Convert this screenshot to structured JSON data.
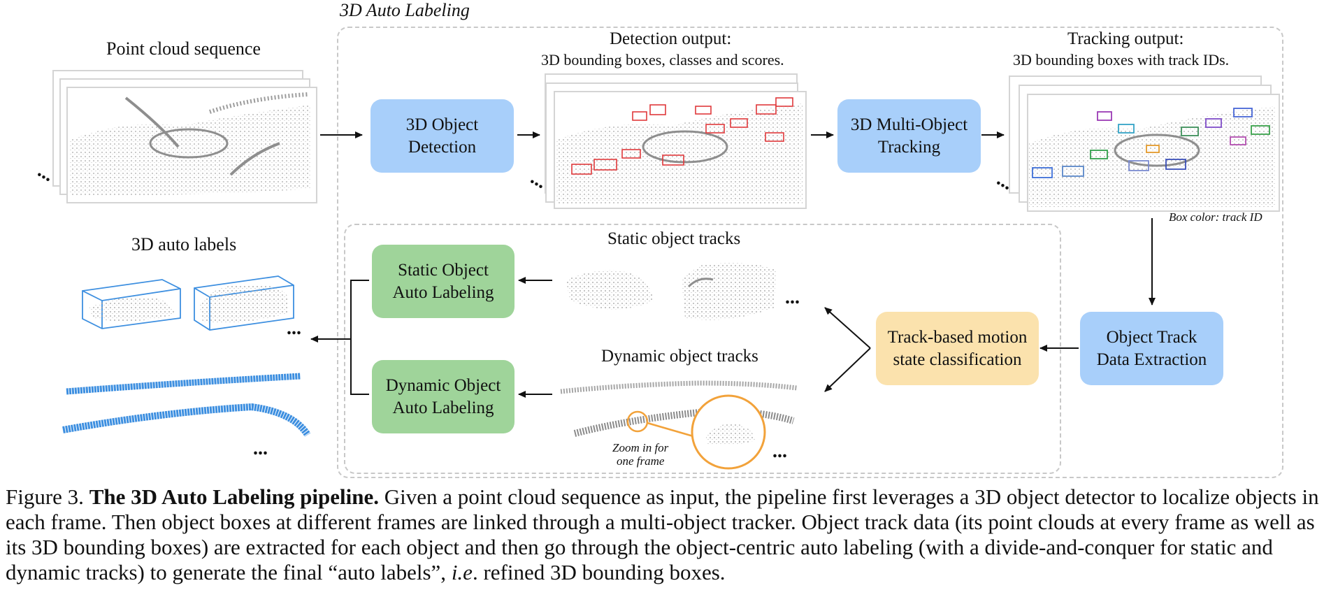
{
  "region_title": "3D Auto Labeling",
  "labels": {
    "point_cloud_sequence": "Point cloud sequence",
    "detection_output_1": "Detection output:",
    "detection_output_2": "3D bounding boxes, classes and scores.",
    "tracking_output_1": "Tracking output:",
    "tracking_output_2": "3D bounding boxes with track IDs.",
    "box_color": "Box color: track ID",
    "auto_labels": "3D auto labels",
    "static_tracks": "Static object tracks",
    "dynamic_tracks": "Dynamic object tracks",
    "zoom_note_1": "Zoom in for",
    "zoom_note_2": "one frame",
    "ellipsis": "..."
  },
  "blocks": {
    "detection": [
      "3D Object",
      "Detection"
    ],
    "tracking": [
      "3D Multi-Object",
      "Tracking"
    ],
    "extraction": [
      "Object Track",
      "Data Extraction"
    ],
    "classification": [
      "Track-based motion",
      "state classification"
    ],
    "static_labeling": [
      "Static Object",
      "Auto Labeling"
    ],
    "dynamic_labeling": [
      "Dynamic Object",
      "Auto Labeling"
    ]
  },
  "caption": {
    "prefix": "Figure 3. ",
    "bold": "The 3D Auto Labeling pipeline.",
    "text1": " Given a point cloud sequence as input, the pipeline first leverages a 3D object detector to localize objects in each frame. Then object boxes at different frames are linked through a multi-object tracker. Object track data (its point clouds at every frame as well as its 3D bounding boxes) are extracted for each object and then go through the object-centric auto labeling (with a divide-and-conquer for static and dynamic tracks) to generate the final “auto labels”, ",
    "italic": "i.e",
    "text2": ". refined 3D bounding boxes."
  },
  "colors": {
    "blue_block": "#a8cffa",
    "green_block": "#9fd49a",
    "yellow_block": "#fbe2ad",
    "detection_box": "#e0393b",
    "label_box": "#3d8fe0",
    "zoom_circle": "#f2a23a"
  }
}
